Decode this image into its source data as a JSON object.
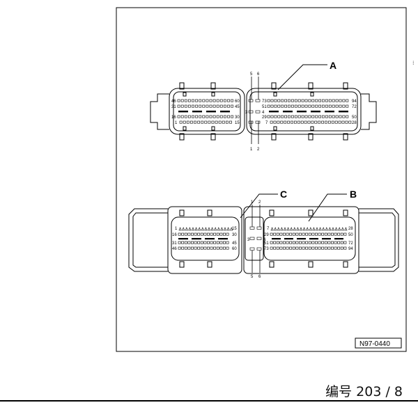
{
  "figure": {
    "ref_code": "N97-0440",
    "callouts": {
      "a": "A",
      "b": "B",
      "c": "C"
    },
    "top_connector": {
      "left_pins": {
        "r1l": "46",
        "r1r": "60",
        "r2l": "31",
        "r2r": "45",
        "r3l": "16",
        "r3r": "30",
        "r4l": "1",
        "r4r": "15"
      },
      "center_pins": {
        "top1": "5",
        "top2": "6",
        "mid1": "3",
        "mid2": "4",
        "bot1": "1",
        "bot2": "2"
      },
      "right_pins": {
        "r1l": "73",
        "r1r": "94",
        "r2l": "51",
        "r2r": "72",
        "r3l": "29",
        "r3r": "50",
        "r4l": "7",
        "r4r": "28"
      }
    },
    "bottom_connector": {
      "left_pins": {
        "r1l": "1",
        "r1r": "15",
        "r2l": "16",
        "r2r": "30",
        "r3l": "31",
        "r3r": "45",
        "r4l": "46",
        "r4r": "60"
      },
      "center_pins": {
        "top1": "1",
        "top2": "2",
        "mid1": "3",
        "mid2": "4",
        "bot1": "5",
        "bot2": "6"
      },
      "right_pins": {
        "r1l": "7",
        "r1r": "28",
        "r2l": "29",
        "r2r": "50",
        "r3l": "51",
        "r3r": "72",
        "r4l": "73",
        "r4r": "94"
      }
    }
  },
  "footer": {
    "label": "编号",
    "page": "203 / 8"
  },
  "scrollbar": {
    "glyph": "⁞"
  }
}
